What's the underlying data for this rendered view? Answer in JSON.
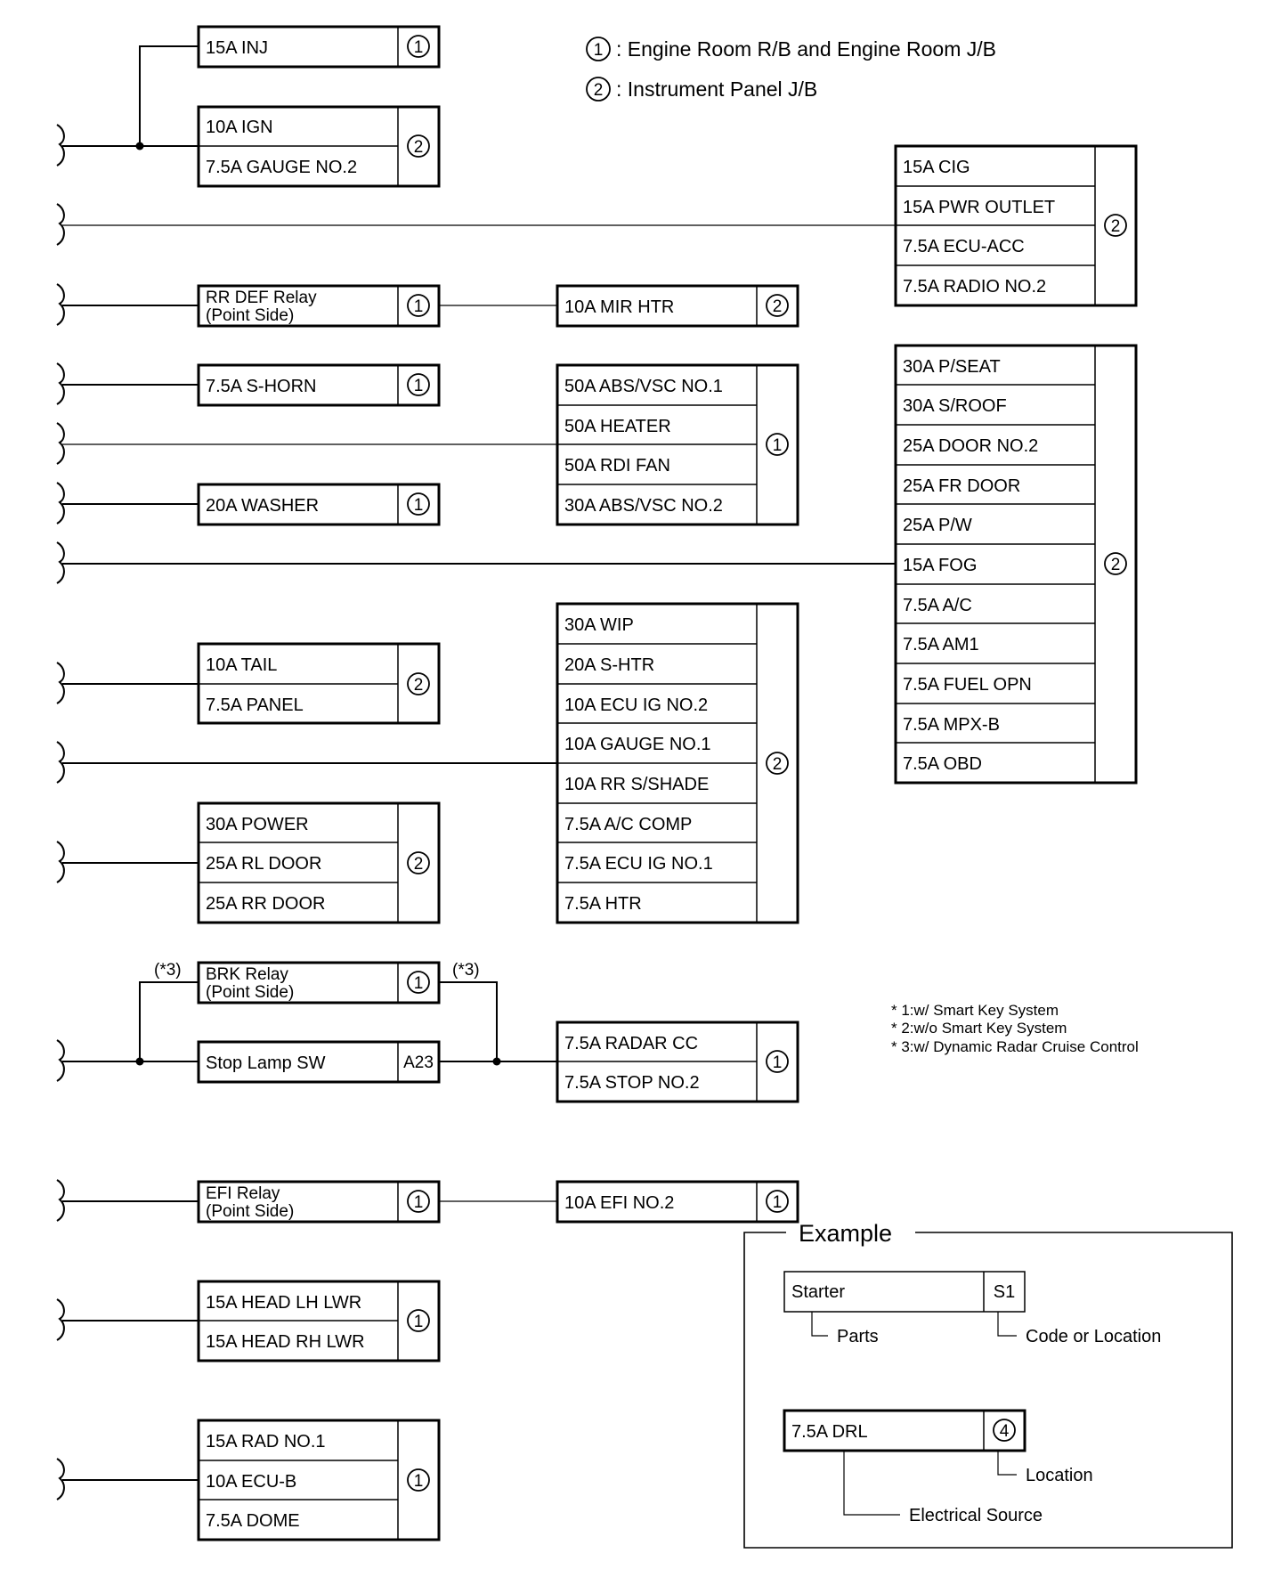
{
  "legend": {
    "items": [
      {
        "mark": "1",
        "text": ": Engine Room R/B and Engine Room J/B"
      },
      {
        "mark": "2",
        "text": ": Instrument Panel J/B"
      }
    ]
  },
  "groups": {
    "inj": {
      "code": "1",
      "items": [
        "15A INJ"
      ]
    },
    "ign": {
      "code": "2",
      "items": [
        "10A IGN",
        "7.5A GAUGE NO.2"
      ]
    },
    "cig": {
      "code": "2",
      "items": [
        "15A CIG",
        "15A PWR OUTLET",
        "7.5A ECU-ACC",
        "7.5A RADIO NO.2"
      ]
    },
    "rrdef": {
      "code": "1",
      "items": [
        "RR DEF Relay",
        "(Point Side)"
      ]
    },
    "mirhtr": {
      "code": "2",
      "items": [
        "10A MIR HTR"
      ]
    },
    "shorn": {
      "code": "1",
      "items": [
        "7.5A S-HORN"
      ]
    },
    "abs": {
      "code": "1",
      "items": [
        "50A ABS/VSC NO.1",
        "50A HEATER",
        "50A RDI FAN",
        "30A ABS/VSC NO.2"
      ]
    },
    "washer": {
      "code": "1",
      "items": [
        "20A WASHER"
      ]
    },
    "pseat": {
      "code": "2",
      "items": [
        "30A P/SEAT",
        "30A S/ROOF",
        "25A DOOR NO.2",
        "25A FR DOOR",
        "25A P/W",
        "15A FOG",
        "7.5A A/C",
        "7.5A AM1",
        "7.5A FUEL OPN",
        "7.5A MPX-B",
        "7.5A OBD"
      ]
    },
    "wip": {
      "code": "2",
      "items": [
        "30A WIP",
        "20A S-HTR",
        "10A ECU IG NO.2",
        "10A GAUGE NO.1",
        "10A RR S/SHADE",
        "7.5A A/C COMP",
        "7.5A ECU IG NO.1",
        "7.5A HTR"
      ]
    },
    "tail": {
      "code": "2",
      "items": [
        "10A TAIL",
        "7.5A PANEL"
      ]
    },
    "power": {
      "code": "2",
      "items": [
        "30A POWER",
        "25A RL DOOR",
        "25A RR DOOR"
      ]
    },
    "brk": {
      "code": "1",
      "items": [
        "BRK Relay",
        "(Point Side)"
      ]
    },
    "stop": {
      "code": "A23",
      "items": [
        "Stop Lamp SW"
      ]
    },
    "radar": {
      "code": "1",
      "items": [
        "7.5A RADAR CC",
        "7.5A STOP NO.2"
      ]
    },
    "efi": {
      "code": "1",
      "items": [
        "EFI Relay",
        "(Point Side)"
      ]
    },
    "efi2": {
      "code": "1",
      "items": [
        "10A EFI NO.2"
      ]
    },
    "head": {
      "code": "1",
      "items": [
        "15A HEAD LH LWR",
        "15A HEAD RH LWR"
      ]
    },
    "rad": {
      "code": "1",
      "items": [
        "15A RAD NO.1",
        "10A ECU-B",
        "7.5A DOME"
      ]
    }
  },
  "marks": {
    "star3_left": "(*3)",
    "star3_right": "(*3)"
  },
  "notes": [
    "* 1:w/ Smart Key System",
    "* 2:w/o Smart Key System",
    "* 3:w/ Dynamic Radar Cruise Control"
  ],
  "example": {
    "title": "Example",
    "parts_box": {
      "label": "Starter",
      "code": "S1"
    },
    "parts_caption": "Parts",
    "code_caption": "Code or Location",
    "source_box": {
      "label": "7.5A DRL",
      "code": "4"
    },
    "location_caption": "Location",
    "source_caption": "Electrical Source"
  }
}
